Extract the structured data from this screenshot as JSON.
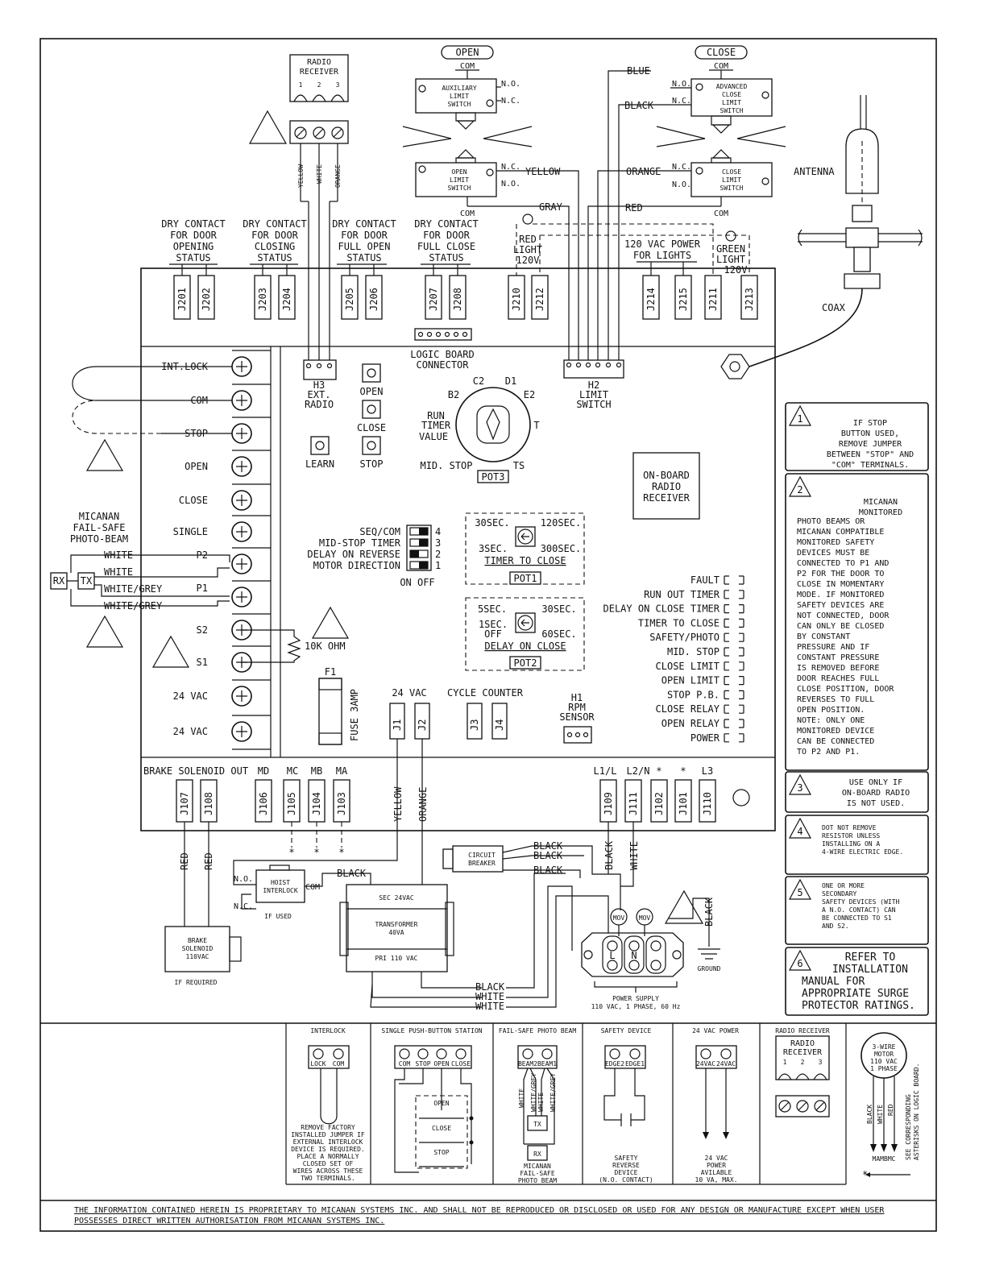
{
  "top_blocks": {
    "radio_receiver": {
      "title": [
        "RADIO",
        "RECEIVER"
      ],
      "pins": [
        "1",
        "2",
        "3"
      ],
      "wires": [
        "YELLOW",
        "WHITE",
        "ORANGE"
      ]
    },
    "open_group": {
      "tag": "OPEN",
      "aux": {
        "com": "COM",
        "no": "N.O.",
        "nc": "N.C.",
        "label": [
          "AUXILIARY",
          "LIMIT",
          "SWITCH"
        ]
      },
      "open_limit": {
        "nc": "N.C.",
        "no": "N.O.",
        "com": "COM",
        "label": [
          "OPEN",
          "LIMIT",
          "SWITCH"
        ]
      }
    },
    "close_group": {
      "tag": "CLOSE",
      "adv": {
        "com": "COM",
        "no": "N.O.",
        "nc": "N.C.",
        "label": [
          "ADVANCED",
          "CLOSE",
          "LIMIT",
          "SWITCH"
        ]
      },
      "close_limit": {
        "nc": "N.C.",
        "no": "N.O.",
        "com": "COM",
        "label": [
          "CLOSE",
          "LIMIT",
          "SWITCH"
        ]
      }
    },
    "wire_labels": {
      "blue": "BLUE",
      "black": "BLACK",
      "yellow": "YELLOW",
      "orange": "ORANGE",
      "gray": "GRAY",
      "red": "RED"
    },
    "antenna": "ANTENNA",
    "coax": "COAX"
  },
  "dry_contacts": [
    {
      "label": [
        "DRY CONTACT",
        "FOR DOOR",
        "OPENING",
        "STATUS"
      ],
      "pins": [
        "J201",
        "J202"
      ]
    },
    {
      "label": [
        "DRY CONTACT",
        "FOR DOOR",
        "CLOSING",
        "STATUS"
      ],
      "pins": [
        "J203",
        "J204"
      ]
    },
    {
      "label": [
        "DRY CONTACT",
        "FOR DOOR",
        "FULL OPEN",
        "STATUS"
      ],
      "pins": [
        "J205",
        "J206"
      ]
    },
    {
      "label": [
        "DRY CONTACT",
        "FOR DOOR",
        "FULL CLOSE",
        "STATUS"
      ],
      "pins": [
        "J207",
        "J208"
      ]
    }
  ],
  "lights": {
    "red_light": [
      "RED",
      "LIGHT",
      "120V"
    ],
    "red_pins": [
      "J210",
      "J212"
    ],
    "power_for_lights": [
      "120 VAC POWER",
      "FOR LIGHTS"
    ],
    "power_pins": [
      "J214",
      "J215"
    ],
    "green_light": [
      "GREEN",
      "LIGHT",
      "120V"
    ],
    "green_pins": [
      "J211",
      "J213"
    ]
  },
  "board": {
    "logic_connector": [
      "LOGIC BOARD",
      "CONNECTOR"
    ],
    "h3": [
      "H3",
      "EXT.",
      "RADIO"
    ],
    "h2": [
      "H2",
      "LIMIT",
      "SWITCH"
    ],
    "buttons": {
      "open": "OPEN",
      "close": "CLOSE",
      "stop": "STOP",
      "learn": "LEARN"
    },
    "pot3": {
      "title": "POT3",
      "run": [
        "RUN",
        "TIMER",
        "VALUE"
      ],
      "c2": "C2",
      "d1": "D1",
      "b2": "B2",
      "e2": "E2",
      "t": "T",
      "mid": "MID. STOP",
      "ts": "TS"
    },
    "onboard_radio": [
      "ON-BOARD",
      "RADIO",
      "RECEIVER"
    ],
    "dip": {
      "labels": [
        "SEQ/COM",
        "MID-STOP TIMER",
        "DELAY ON REVERSE",
        "MOTOR DIRECTION"
      ],
      "nums": [
        "4",
        "3",
        "2",
        "1"
      ],
      "onoff": "ON OFF"
    },
    "pot1": {
      "t1": "30SEC.",
      "t2": "120SEC.",
      "t3": "3SEC.",
      "t4": "300SEC.",
      "title": "TIMER TO CLOSE",
      "tag": "POT1"
    },
    "pot2": {
      "t1": "5SEC.",
      "t2": "30SEC.",
      "t3": "1SEC.",
      "t3b": "OFF",
      "t4": "60SEC.",
      "title": "DELAY ON CLOSE",
      "tag": "POT2"
    },
    "leds": [
      "FAULT",
      "RUN OUT TIMER",
      "DELAY ON CLOSE TIMER",
      "TIMER TO CLOSE",
      "SAFETY/PHOTO",
      "MID. STOP",
      "CLOSE LIMIT",
      "OPEN LIMIT",
      "STOP P.B.",
      "CLOSE RELAY",
      "OPEN RELAY",
      "POWER"
    ],
    "terminals": [
      "INT.LOCK",
      "COM",
      "STOP",
      "OPEN",
      "CLOSE",
      "SINGLE",
      "P2",
      "P1",
      "S2",
      "S1",
      "24 VAC",
      "24 VAC"
    ],
    "photo_beam": [
      "MICANAN",
      "FAIL-SAFE",
      "PHOTO-BEAM"
    ],
    "pb_wires": [
      "WHITE",
      "WHITE",
      "WHITE/GREY",
      "WHITE/GREY"
    ],
    "rx": "RX",
    "tx": "TX",
    "resistor": "10K OHM",
    "fuse": {
      "f": "F1",
      "label": "FUSE 3AMP"
    },
    "vac24": "24 VAC",
    "j1": "J1",
    "j2": "J2",
    "cycle": "CYCLE COUNTER",
    "j3": "J3",
    "j4": "J4",
    "h1": [
      "H1",
      "RPM",
      "SENSOR"
    ],
    "bottom_header": {
      "brake": "BRAKE SOLENOID OUT",
      "md": "MD",
      "mc": "MC",
      "mb": "MB",
      "ma": "MA",
      "l1": "L1/L",
      "l2": "L2/N",
      "ast": "*",
      "l3": "L3"
    },
    "bottom_pins": [
      "J107",
      "J108",
      "J106",
      "J105",
      "J104",
      "J103",
      "J109",
      "J111",
      "J102",
      "J101",
      "J110"
    ]
  },
  "lower": {
    "red": "RED",
    "yellow": "YELLOW",
    "orange": "ORANGE",
    "black": "BLACK",
    "white": "WHITE",
    "hoist": {
      "no": "N.O.",
      "nc": "N.C.",
      "com": "COM",
      "label": [
        "HOIST",
        "INTERLOCK"
      ],
      "ifused": "IF USED"
    },
    "brake": {
      "label": [
        "BRAKE",
        "SOLENOID",
        "110VAC"
      ],
      "req": "IF REQUIRED"
    },
    "transformer": {
      "sec": "SEC 24VAC",
      "label": [
        "TRANSFORMER",
        "40VA"
      ],
      "pri": "PRI 110 VAC"
    },
    "breaker": [
      "CIRCUIT",
      "BREAKER"
    ],
    "mov": "MOV",
    "ln": {
      "l": "L",
      "n": "N"
    },
    "ground": "GROUND",
    "power_supply": [
      "POWER SUPPLY",
      "110 VAC, 1 PHASE, 60 Hz"
    ],
    "ast": "*"
  },
  "notes": [
    {
      "num": "1",
      "text": [
        "IF STOP",
        "BUTTON USED,",
        "REMOVE JUMPER",
        "BETWEEN \"STOP\" AND",
        "\"COM\" TERMINALS."
      ]
    },
    {
      "num": "2",
      "text": [
        "MICANAN",
        "MONITORED",
        "PHOTO BEAMS OR",
        "MICANAN COMPATIBLE",
        "MONITORED SAFETY",
        "DEVICES MUST BE",
        "CONNECTED TO P1 AND",
        "P2 FOR THE DOOR TO",
        "CLOSE IN MOMENTARY",
        "MODE. IF MONITORED",
        "SAFETY DEVICES ARE",
        "NOT CONNECTED, DOOR",
        "CAN ONLY BE CLOSED",
        "BY CONSTANT",
        "PRESSURE  AND IF",
        "CONSTANT PRESSURE",
        "IS REMOVED BEFORE",
        "DOOR REACHES FULL",
        "CLOSE POSITION, DOOR",
        "REVERSES TO FULL",
        "OPEN POSITION.",
        "NOTE:  ONLY ONE",
        "MONITORED DEVICE",
        "CAN BE CONNECTED",
        "TO P2 AND P1."
      ]
    },
    {
      "num": "3",
      "text": [
        "USE ONLY IF",
        "ON-BOARD RADIO",
        "IS NOT USED."
      ]
    },
    {
      "num": "4",
      "text": [
        "DOT NOT REMOVE",
        "RESISTOR UNLESS",
        "INSTALLING ON A",
        "4-WIRE ELECTRIC EDGE."
      ]
    },
    {
      "num": "5",
      "text": [
        "ONE OR MORE",
        "SECONDARY",
        "SAFETY DEVICES (WITH",
        "A N.O. CONTACT) CAN",
        "BE CONNECTED TO S1",
        "AND S2."
      ]
    },
    {
      "num": "6",
      "text": [
        "REFER TO",
        "INSTALLATION",
        "MANUAL FOR",
        "APPROPRIATE SURGE",
        "PROTECTOR RATINGS."
      ]
    }
  ],
  "legend": {
    "interlock": {
      "title": "INTERLOCK",
      "pins": [
        "LOCK",
        "COM"
      ],
      "text": [
        "REMOVE FACTORY",
        "INSTALLED JUMPER IF",
        "EXTERNAL INTERLOCK",
        "DEVICE IS REQUIRED.",
        "PLACE A NORMALLY",
        "CLOSED SET OF",
        "WIRES ACROSS THESE",
        "TWO TERMINALS."
      ]
    },
    "pushbutton": {
      "title": "SINGLE PUSH-BUTTON STATION",
      "pins": [
        "COM",
        "STOP",
        "OPEN",
        "CLOSE"
      ],
      "buttons": [
        "OPEN",
        "CLOSE",
        "STOP"
      ]
    },
    "photobeam": {
      "title": "FAIL-SAFE PHOTO BEAM",
      "pins": [
        "BEAM2",
        "BEAM1"
      ],
      "wires": [
        "WHITE",
        "WHITE/GREY",
        "WHITE",
        "WHITE/GREY"
      ],
      "tx": "TX",
      "rx": "RX",
      "text": [
        "MICANAN",
        "FAIL-SAFE",
        "PHOTO BEAM"
      ]
    },
    "safety": {
      "title": "SAFETY DEVICE",
      "pins": [
        "EDGE2",
        "EDGE1"
      ],
      "text": [
        "SAFETY",
        "REVERSE",
        "DEVICE",
        "(N.O. CONTACT)"
      ]
    },
    "vac24": {
      "title": "24 VAC POWER",
      "pins": [
        "24VAC",
        "24VAC"
      ],
      "text": [
        "24 VAC",
        "POWER",
        "AVILABLE",
        "10 VA, MAX."
      ]
    },
    "radio": {
      "title": "RADIO RECEIVER",
      "inner": [
        "RADIO",
        "RECEIVER"
      ],
      "pins": [
        "1",
        "2",
        "3"
      ]
    },
    "motor": {
      "label": [
        "3-WIRE",
        "MOTOR",
        "110 VAC",
        "1 PHASE"
      ],
      "wires": [
        "BLACK",
        "WHITE",
        "RED"
      ],
      "bottom": "MAMBMC",
      "side": [
        "SEE CORRESPONDING",
        "ASTERISKS ON LOGIC BOARD."
      ],
      "ast": "*"
    }
  },
  "footer": [
    "THE INFORMATION CONTAINED HEREIN IS PROPRIETARY TO MICANAN SYSTEMS INC. AND SHALL NOT BE REPRODUCED OR DISCLOSED OR USED FOR ANY DESIGN OR MANUFACTURE EXCEPT WHEN USER",
    "POSSESSES DIRECT WRITTEN AUTHORISATION FROM MICANAN SYSTEMS INC."
  ]
}
